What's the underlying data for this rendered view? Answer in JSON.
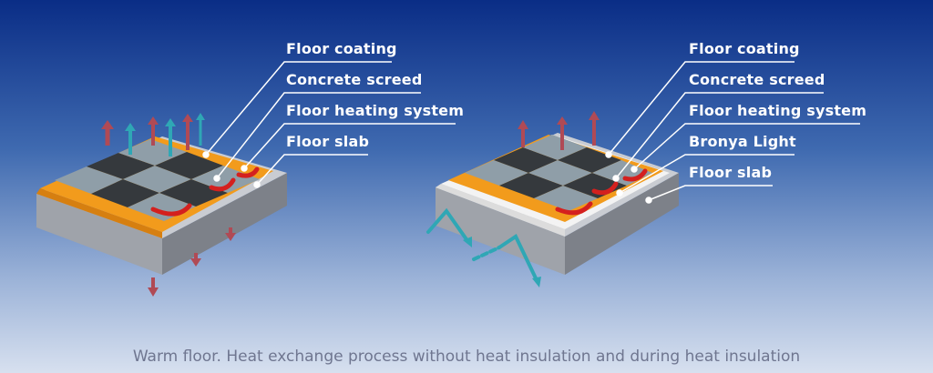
{
  "left_panel": {
    "labels": [
      "Floor coating",
      "Concrete screed",
      "Floor heating system",
      "Floor slab"
    ]
  },
  "right_panel": {
    "labels": [
      "Floor coating",
      "Concrete screed",
      "Floor heating system",
      "Bronya Light",
      "Floor slab"
    ]
  },
  "caption": "Warm floor. Heat exchange process without heat insulation and during heat insulation",
  "colors": {
    "slab_top": "#c9ccd2",
    "slab_front": "#9fa3aa",
    "slab_side": "#7d8189",
    "screed": "#f29b1c",
    "insulation": "#f3f3f3",
    "heating_pipe": "#d4201e",
    "tile_light": "#8f9ea8",
    "tile_dark": "#35393d",
    "arrow_red": "#b04a55",
    "arrow_teal": "#2fa7b5",
    "leader": "#ffffff"
  }
}
